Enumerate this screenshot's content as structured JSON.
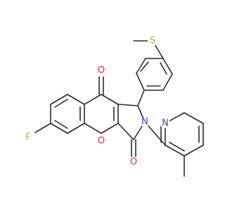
{
  "molecule": {
    "atoms": {
      "fluorine": {
        "label": "F",
        "color": "#8fd04b"
      },
      "ketone_oxygen_top": {
        "label": "O",
        "color": "#e8302a"
      },
      "pyran_oxygen": {
        "label": "O",
        "color": "#e8302a"
      },
      "amide_oxygen": {
        "label": "O",
        "color": "#e8302a"
      },
      "pyrrole_nitrogen": {
        "label": "N",
        "color": "#2c3fd8"
      },
      "pyridine_nitrogen": {
        "label": "N",
        "color": "#2c3fd8"
      },
      "sulfur": {
        "label": "S",
        "color": "#c9a51a"
      }
    },
    "bond_color": "#2b2b2b"
  }
}
